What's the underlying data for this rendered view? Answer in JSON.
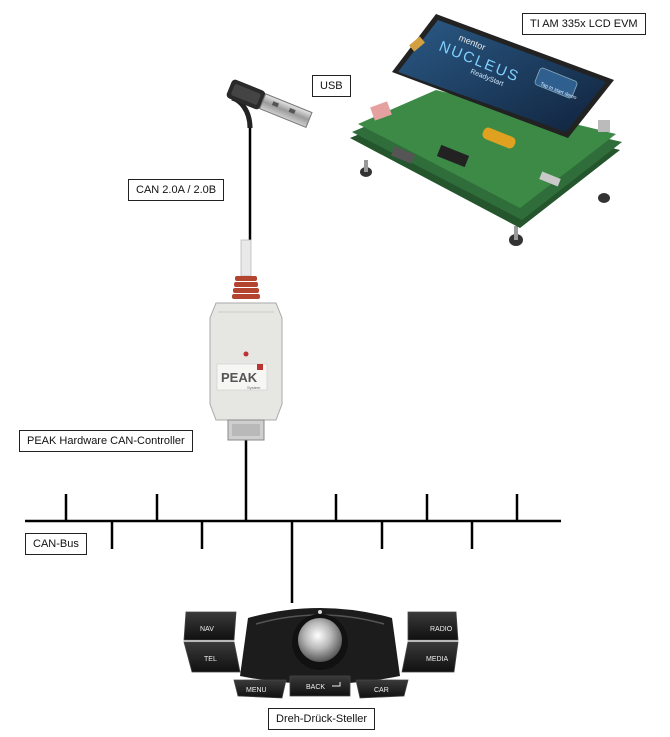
{
  "labels": {
    "evm": "TI AM 335x LCD EVM",
    "usb": "USB",
    "can_version": "CAN 2.0A / 2.0B",
    "peak_controller": "PEAK Hardware CAN-Controller",
    "can_bus": "CAN-Bus",
    "controller": "Dreh-Drück-Steller"
  },
  "devices": {
    "evm_screen_brand": "mentor",
    "evm_screen_title": "NUCLEUS",
    "evm_screen_sub": "ReadyStart",
    "evm_screen_button": "Tap to start demo",
    "peak_logo": "PEAK",
    "peak_sub": "System"
  },
  "knob_buttons": {
    "nav": "NAV",
    "tel": "TEL",
    "radio": "RADIO",
    "media": "MEDIA",
    "menu": "MENU",
    "back": "BACK",
    "car": "CAR"
  },
  "colors": {
    "line": "#000000",
    "pcb": "#2f6e3a",
    "screen": "#1f3a5e",
    "peak_body": "#e6e6e2",
    "cable_relief": "#b3442f",
    "controller_body": "#1c1c1c"
  }
}
